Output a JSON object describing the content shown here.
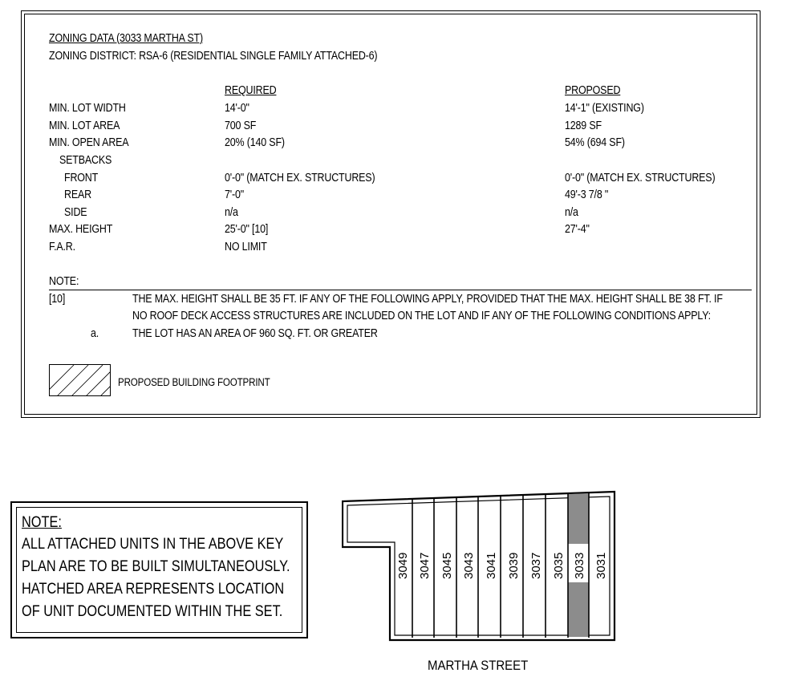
{
  "zoning": {
    "title": "ZONING DATA (3033 MARTHA ST)",
    "district": "ZONING DISTRICT:  RSA-6  (RESIDENTIAL SINGLE FAMILY ATTACHED-6)",
    "col_required": "REQUIRED",
    "col_proposed": "PROPOSED",
    "rows": [
      {
        "label": "MIN. LOT WIDTH",
        "required": "14'-0\"",
        "proposed": "14'-1\" (EXISTING)"
      },
      {
        "label": "MIN. LOT AREA",
        "required": "700 SF",
        "proposed": "1289 SF"
      },
      {
        "label": "MIN. OPEN AREA",
        "required": "20% (140 SF)",
        "proposed": "54% (694 SF)"
      },
      {
        "label": "SETBACKS",
        "required": "",
        "proposed": ""
      },
      {
        "label": "FRONT",
        "required": "0'-0\" (MATCH EX. STRUCTURES)",
        "proposed": "0'-0\" (MATCH EX. STRUCTURES)"
      },
      {
        "label": "REAR",
        "required": "7'-0\"",
        "proposed": "49'-3 7/8 \""
      },
      {
        "label": "SIDE",
        "required": "n/a",
        "proposed": "n/a"
      },
      {
        "label": "MAX. HEIGHT",
        "required": "25'-0\" [10]",
        "proposed": "27'-4\""
      },
      {
        "label": "F.A.R.",
        "required": "NO LIMIT",
        "proposed": ""
      }
    ],
    "note_heading": "NOTE:",
    "note_ref": "[10]",
    "note_line1": "THE MAX. HEIGHT SHALL BE 35 FT. IF ANY OF THE FOLLOWING APPLY, PROVIDED THAT THE MAX. HEIGHT SHALL BE  38 FT. IF",
    "note_line2": "NO ROOF DECK ACCESS STRUCTURES ARE INCLUDED ON THE LOT AND IF ANY OF THE FOLLOWING CONDITIONS APPLY:",
    "note_sub_marker": "a.",
    "note_sub_text": "THE LOT HAS AN AREA OF 960 SQ. FT. OR GREATER",
    "legend_label": "PROPOSED BUILDING FOOTPRINT"
  },
  "key_note": {
    "heading": "NOTE:",
    "lines": [
      "ALL ATTACHED UNITS IN THE ABOVE KEY",
      "PLAN ARE TO BE BUILT SIMULTANEOUSLY.",
      "HATCHED AREA REPRESENTS LOCATION",
      "OF UNIT DOCUMENTED WITHIN THE SET."
    ]
  },
  "key_plan": {
    "units": [
      "3049",
      "3047",
      "3045",
      "3043",
      "3041",
      "3039",
      "3037",
      "3035",
      "3033",
      "3031"
    ],
    "highlighted_unit": "3033",
    "highlight_color": "#8c8c8c",
    "street": "MARTHA STREET"
  }
}
